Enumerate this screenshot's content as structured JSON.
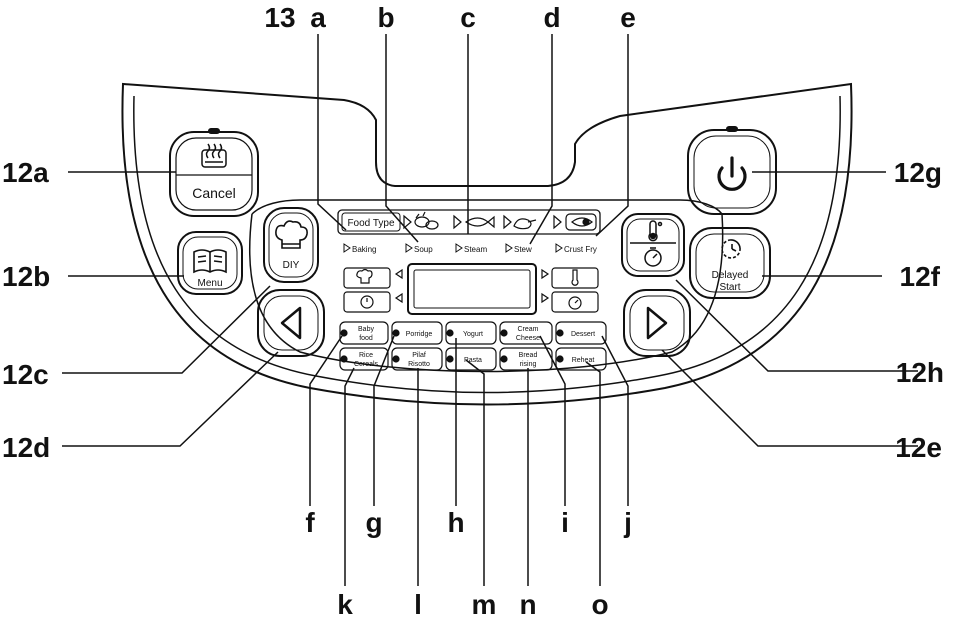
{
  "callouts": {
    "c13": "13",
    "a": "a",
    "b": "b",
    "c": "c",
    "d": "d",
    "e": "e",
    "c12a": "12a",
    "c12b": "12b",
    "c12c": "12c",
    "c12d": "12d",
    "c12g": "12g",
    "c12f": "12f",
    "c12h": "12h",
    "c12e": "12e",
    "f": "f",
    "g": "g",
    "h": "h",
    "i": "i",
    "j": "j",
    "k": "k",
    "l": "l",
    "m": "m",
    "n": "n",
    "o": "o"
  },
  "buttons": {
    "cancel": "Cancel",
    "menu": "Menu",
    "diy": "DIY",
    "delayed_start_1": "Delayed",
    "delayed_start_2": "Start"
  },
  "food_type": {
    "label": "Food Type",
    "modes": [
      "Baking",
      "Soup",
      "Steam",
      "Stew",
      "Crust Fry"
    ]
  },
  "programs": {
    "baby_food_1": "Baby",
    "baby_food_2": "food",
    "porridge": "Porridge",
    "yogurt": "Yogurt",
    "cream_cheese_1": "Cream",
    "cream_cheese_2": "Cheese",
    "dessert": "Dessert",
    "rice_cereals_1": "Rice",
    "rice_cereals_2": "Cereals",
    "pilaf_risotto_1": "Pilaf",
    "pilaf_risotto_2": "Risotto",
    "pasta": "Pasta",
    "bread_rising_1": "Bread",
    "bread_rising_2": "rising",
    "reheat": "Reheat"
  },
  "icons": [
    "steam-icon",
    "book-icon",
    "chef-hat-icon",
    "left-arrow-icon",
    "right-arrow-icon",
    "power-icon",
    "thermometer-icon",
    "timer-icon",
    "clock-icon",
    "fish-icon",
    "meat-icon",
    "chicken-icon",
    "vegetables-icon"
  ]
}
